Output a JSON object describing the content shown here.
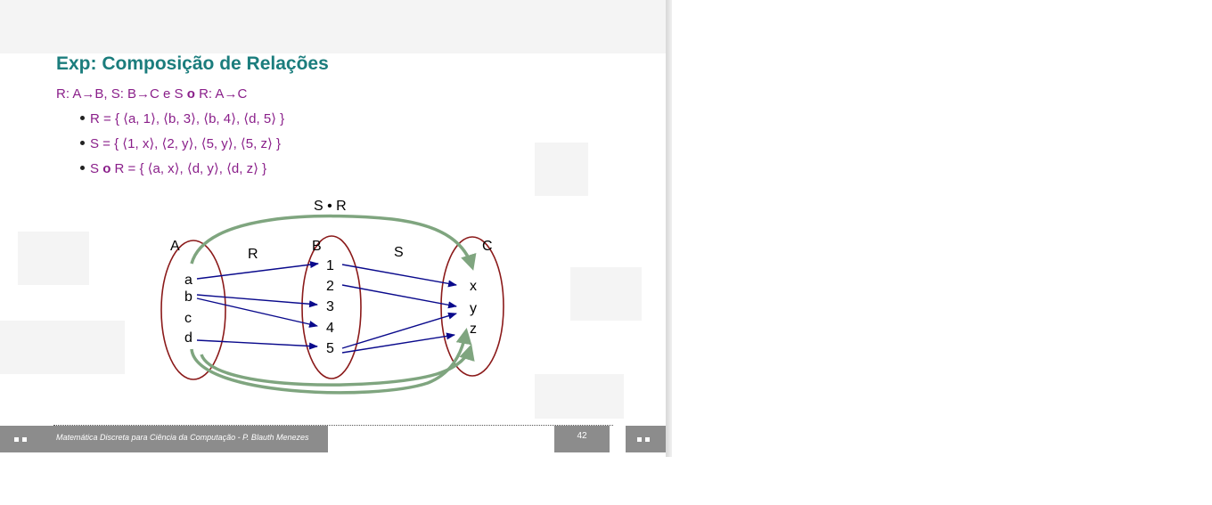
{
  "slide": {
    "title": "Exp:  Composição de Relações",
    "intro": {
      "r_part": "R: A",
      "r_arrow": "→",
      "r_end": "B, S: B",
      "s_arrow": "→",
      "s_end": "C e S",
      "op": "o",
      "comp_part": "R: A",
      "comp_arrow": "→",
      "comp_end": "C"
    },
    "bullets": [
      {
        "lhs": "R = ",
        "rhs": "{ ⟨a, 1⟩, ⟨b, 3⟩, ⟨b, 4⟩, ⟨d, 5⟩ }"
      },
      {
        "lhs": "S = ",
        "rhs": "{ ⟨1, x⟩, ⟨2, y⟩, ⟨5, y⟩, ⟨5, z⟩ }"
      },
      {
        "lhs_s": "S ",
        "op": "o",
        "lhs_r": " R = ",
        "rhs": "{ ⟨a, x⟩, ⟨d, y⟩, ⟨d, z⟩ }"
      }
    ]
  },
  "diagram": {
    "composition_label": "S • R",
    "set_labels": {
      "a": "A",
      "b": "B",
      "c": "C"
    },
    "relation_labels": {
      "r": "R",
      "s": "S"
    },
    "set_a": [
      "a",
      "b",
      "c",
      "d"
    ],
    "set_b": [
      "1",
      "2",
      "3",
      "4",
      "5"
    ],
    "set_c": [
      "x",
      "y",
      "z"
    ],
    "colors": {
      "ellipse": "#8b1a1a",
      "arrow": "#0a0a8c",
      "composition": "#7fa57f"
    }
  },
  "footer": {
    "caption": "Matemática Discreta para Ciência da Computação - P. Blauth Menezes",
    "page": "42"
  }
}
